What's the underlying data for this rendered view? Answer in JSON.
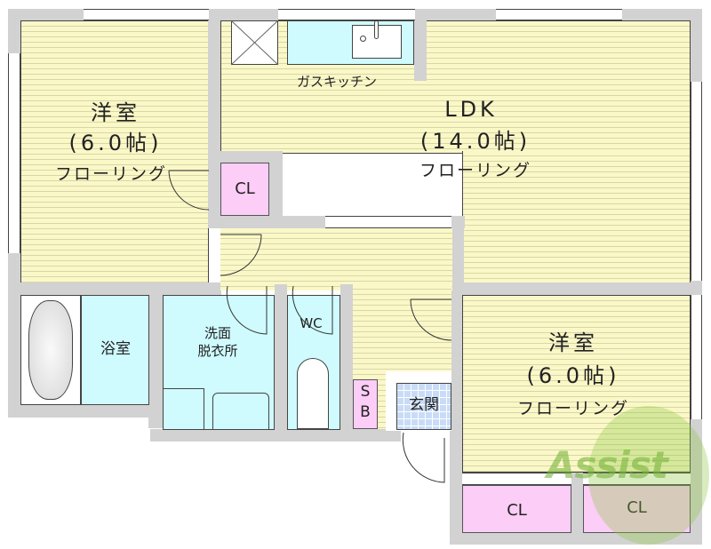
{
  "floorplan": {
    "rooms": {
      "western_room_1": {
        "name": "洋室",
        "size": "(6.0帖)",
        "floor": "フローリング"
      },
      "ldk": {
        "name": "LDK",
        "size": "(14.0帖)",
        "floor": "フローリング"
      },
      "kitchen": {
        "name": "ガスキッチン"
      },
      "closet_1": {
        "name": "CL"
      },
      "bathroom": {
        "name": "浴室"
      },
      "washroom": {
        "name_line1": "洗面",
        "name_line2": "脱衣所"
      },
      "toilet": {
        "name": "WC"
      },
      "shoe_box": {
        "line1": "S",
        "line2": "B"
      },
      "entrance": {
        "name": "玄関"
      },
      "western_room_2": {
        "name": "洋室",
        "size": "(6.0帖)",
        "floor": "フローリング"
      },
      "closet_2": {
        "name": "CL"
      },
      "closet_3": {
        "name": "CL"
      }
    },
    "watermark": {
      "text": "Assist"
    },
    "colors": {
      "floor": "#fbf8c8",
      "wet_area": "#cffbff",
      "closet": "#fbcdf7",
      "entrance_tile": "#c9dcf7",
      "wall": "#d2d2d2",
      "watermark": "#8cc63f"
    }
  }
}
